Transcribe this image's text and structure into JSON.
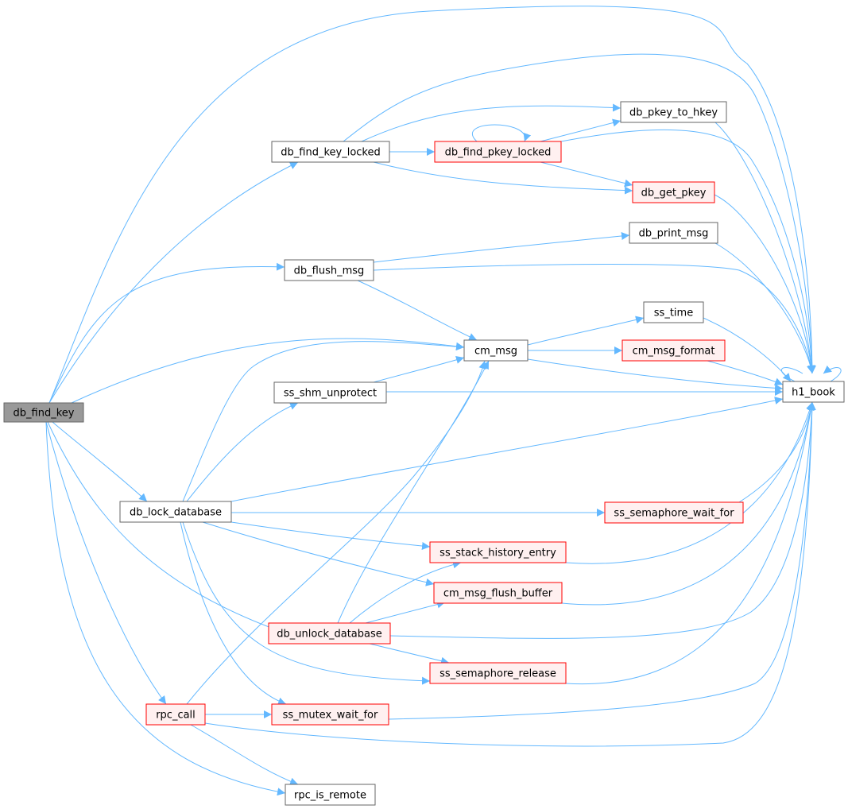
{
  "colors": {
    "edge": "#63b8ff",
    "border_normal": "#666666",
    "fill_normal": "#ffffff",
    "border_red": "#ff0000",
    "fill_red": "#fff0f0",
    "border_root": "#666666",
    "fill_root": "#999999"
  },
  "nodes": [
    {
      "id": "db_find_key",
      "label": "db_find_key",
      "style": "root"
    },
    {
      "id": "db_find_key_locked",
      "label": "db_find_key_locked",
      "style": "normal"
    },
    {
      "id": "db_flush_msg",
      "label": "db_flush_msg",
      "style": "normal"
    },
    {
      "id": "db_lock_database",
      "label": "db_lock_database",
      "style": "normal"
    },
    {
      "id": "ss_shm_unprotect",
      "label": "ss_shm_unprotect",
      "style": "normal"
    },
    {
      "id": "db_unlock_database",
      "label": "db_unlock_database",
      "style": "red"
    },
    {
      "id": "rpc_call",
      "label": "rpc_call",
      "style": "red"
    },
    {
      "id": "ss_mutex_wait_for",
      "label": "ss_mutex_wait_for",
      "style": "red"
    },
    {
      "id": "rpc_is_remote",
      "label": "rpc_is_remote",
      "style": "normal"
    },
    {
      "id": "db_find_pkey_locked",
      "label": "db_find_pkey_locked",
      "style": "red"
    },
    {
      "id": "cm_msg",
      "label": "cm_msg",
      "style": "normal"
    },
    {
      "id": "ss_stack_history_entry",
      "label": "ss_stack_history_entry",
      "style": "red"
    },
    {
      "id": "cm_msg_flush_buffer",
      "label": "cm_msg_flush_buffer",
      "style": "red"
    },
    {
      "id": "ss_semaphore_release",
      "label": "ss_semaphore_release",
      "style": "red"
    },
    {
      "id": "db_pkey_to_hkey",
      "label": "db_pkey_to_hkey",
      "style": "normal"
    },
    {
      "id": "db_get_pkey",
      "label": "db_get_pkey",
      "style": "red"
    },
    {
      "id": "db_print_msg",
      "label": "db_print_msg",
      "style": "normal"
    },
    {
      "id": "ss_time",
      "label": "ss_time",
      "style": "normal"
    },
    {
      "id": "cm_msg_format",
      "label": "cm_msg_format",
      "style": "red"
    },
    {
      "id": "ss_semaphore_wait_for",
      "label": "ss_semaphore_wait_for",
      "style": "red"
    },
    {
      "id": "h1_book",
      "label": "h1_book",
      "style": "normal"
    }
  ],
  "edges": [
    [
      "db_find_key",
      "h1_book"
    ],
    [
      "db_find_key",
      "db_find_key_locked"
    ],
    [
      "db_find_key",
      "db_flush_msg"
    ],
    [
      "db_find_key",
      "cm_msg"
    ],
    [
      "db_find_key",
      "db_lock_database"
    ],
    [
      "db_find_key",
      "db_unlock_database"
    ],
    [
      "db_find_key",
      "rpc_call"
    ],
    [
      "db_find_key",
      "rpc_is_remote"
    ],
    [
      "db_find_key_locked",
      "h1_book"
    ],
    [
      "db_find_key_locked",
      "db_pkey_to_hkey"
    ],
    [
      "db_find_key_locked",
      "db_find_pkey_locked"
    ],
    [
      "db_find_key_locked",
      "db_get_pkey"
    ],
    [
      "db_find_pkey_locked",
      "db_find_pkey_locked"
    ],
    [
      "db_find_pkey_locked",
      "db_pkey_to_hkey"
    ],
    [
      "db_find_pkey_locked",
      "h1_book"
    ],
    [
      "db_find_pkey_locked",
      "db_get_pkey"
    ],
    [
      "db_pkey_to_hkey",
      "h1_book"
    ],
    [
      "db_get_pkey",
      "h1_book"
    ],
    [
      "db_flush_msg",
      "db_print_msg"
    ],
    [
      "db_flush_msg",
      "h1_book"
    ],
    [
      "db_flush_msg",
      "cm_msg"
    ],
    [
      "db_print_msg",
      "h1_book"
    ],
    [
      "cm_msg",
      "ss_time"
    ],
    [
      "cm_msg",
      "cm_msg_format"
    ],
    [
      "cm_msg",
      "h1_book"
    ],
    [
      "ss_time",
      "h1_book"
    ],
    [
      "cm_msg_format",
      "h1_book"
    ],
    [
      "ss_shm_unprotect",
      "cm_msg"
    ],
    [
      "ss_shm_unprotect",
      "h1_book"
    ],
    [
      "db_lock_database",
      "cm_msg"
    ],
    [
      "db_lock_database",
      "ss_shm_unprotect"
    ],
    [
      "db_lock_database",
      "h1_book"
    ],
    [
      "db_lock_database",
      "ss_semaphore_wait_for"
    ],
    [
      "db_lock_database",
      "ss_stack_history_entry"
    ],
    [
      "db_lock_database",
      "cm_msg_flush_buffer"
    ],
    [
      "db_lock_database",
      "ss_semaphore_release"
    ],
    [
      "db_lock_database",
      "ss_mutex_wait_for"
    ],
    [
      "ss_semaphore_wait_for",
      "h1_book"
    ],
    [
      "ss_stack_history_entry",
      "h1_book"
    ],
    [
      "cm_msg_flush_buffer",
      "h1_book"
    ],
    [
      "db_unlock_database",
      "cm_msg"
    ],
    [
      "db_unlock_database",
      "ss_stack_history_entry"
    ],
    [
      "db_unlock_database",
      "cm_msg_flush_buffer"
    ],
    [
      "db_unlock_database",
      "h1_book"
    ],
    [
      "db_unlock_database",
      "ss_semaphore_release"
    ],
    [
      "ss_semaphore_release",
      "h1_book"
    ],
    [
      "rpc_call",
      "cm_msg"
    ],
    [
      "rpc_call",
      "ss_mutex_wait_for"
    ],
    [
      "rpc_call",
      "h1_book"
    ],
    [
      "rpc_call",
      "rpc_is_remote"
    ],
    [
      "ss_mutex_wait_for",
      "h1_book"
    ],
    [
      "h1_book",
      "h1_book"
    ]
  ]
}
